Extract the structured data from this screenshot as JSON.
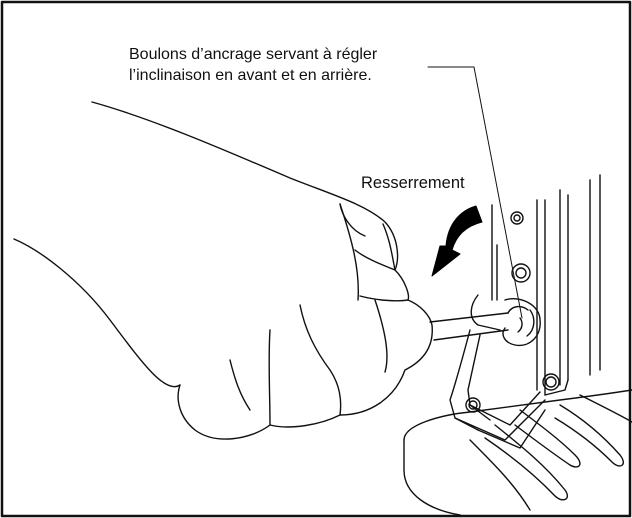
{
  "labels": {
    "anchor_bolts_line1": "Boulons d’ancrage servant à régler",
    "anchor_bolts_line2": "l’inclinaison en avant et en arrière.",
    "tightening": "Resserrement"
  },
  "icons": {
    "rotation_arrow": "curved-arrow-clockwise",
    "tool": "open-end-wrench"
  },
  "colors": {
    "line": "#111111",
    "fill": "#ffffff",
    "arrow": "#000000"
  }
}
